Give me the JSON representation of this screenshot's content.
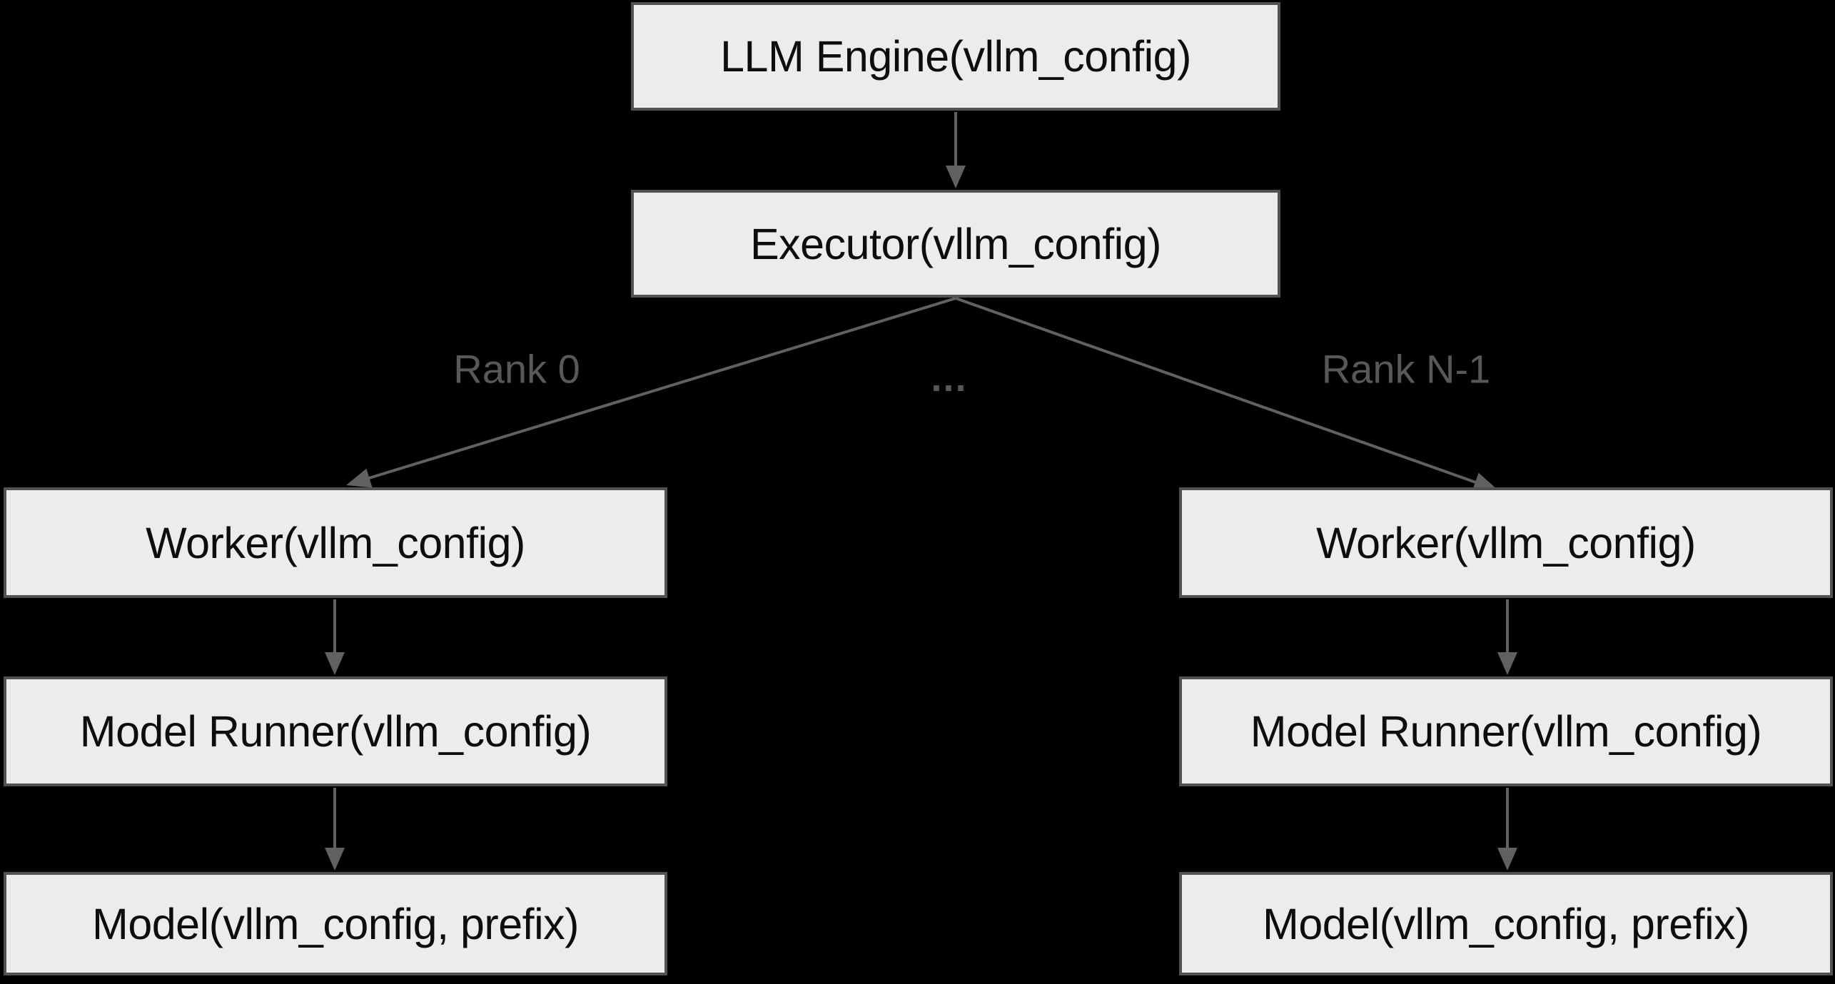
{
  "theme": {
    "background": "#000000",
    "box_fill": "#ececec",
    "box_border": "#525252",
    "arrow_color": "#616161",
    "edge_label_color": "#585858",
    "text_color": "#0d0d0d"
  },
  "nodes": {
    "llm_engine": "LLM Engine(vllm_config)",
    "executor": "Executor(vllm_config)",
    "worker_rank0": "Worker(vllm_config)",
    "model_runner_rank0": "Model Runner(vllm_config)",
    "model_rank0": "Model(vllm_config, prefix)",
    "worker_rankn": "Worker(vllm_config)",
    "model_runner_rankn": "Model Runner(vllm_config)",
    "model_rankn": "Model(vllm_config, prefix)"
  },
  "edge_labels": {
    "rank_0": "Rank 0",
    "rank_n": "Rank N-1",
    "ellipsis": "..."
  }
}
